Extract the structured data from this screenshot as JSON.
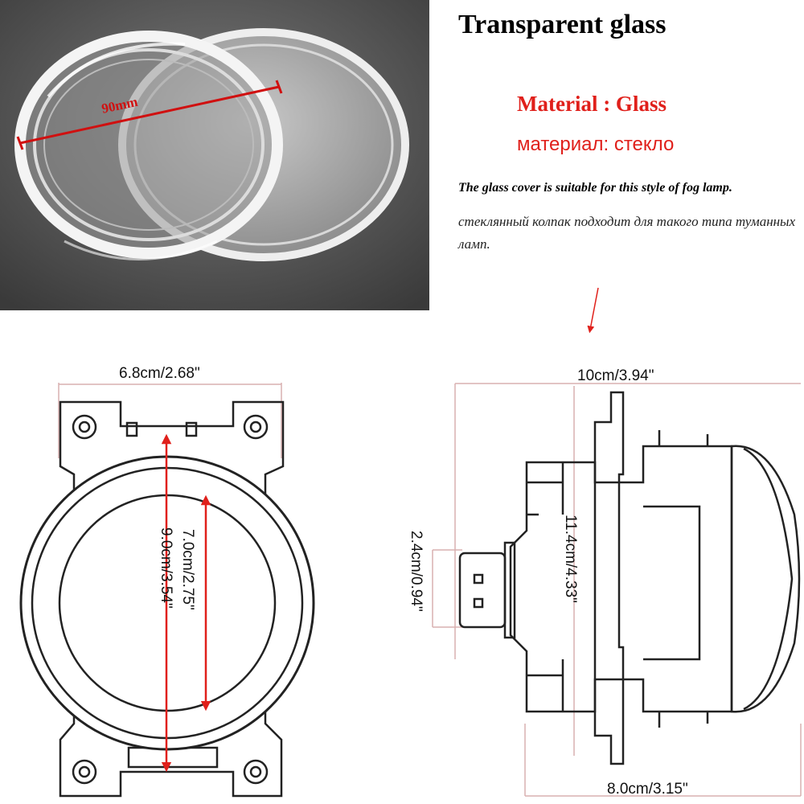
{
  "header": {
    "title": "Transparent glass",
    "material_en": "Material : Glass",
    "material_ru": "материал: стекло",
    "description_en": "The glass cover is suitable for this style of fog lamp.",
    "description_ru": "стеклянный колпак подходит для такого типа туманных ламп."
  },
  "photo": {
    "diameter_label": "90mm"
  },
  "front_view": {
    "width_label": "6.8cm/2.68\"",
    "outer_diameter_label": "9.0cm/3.54\"",
    "inner_diameter_label": "7.0cm/2.75\""
  },
  "side_view": {
    "top_width_label": "10cm/3.94\"",
    "height_label": "11.4cm/4.33\"",
    "connector_label": "2.4cm/0.94\"",
    "bottom_width_label": "8.0cm/3.15\""
  },
  "colors": {
    "accent_red": "#e0201b",
    "line": "#222222",
    "dim_line": "#c9a0a0"
  }
}
